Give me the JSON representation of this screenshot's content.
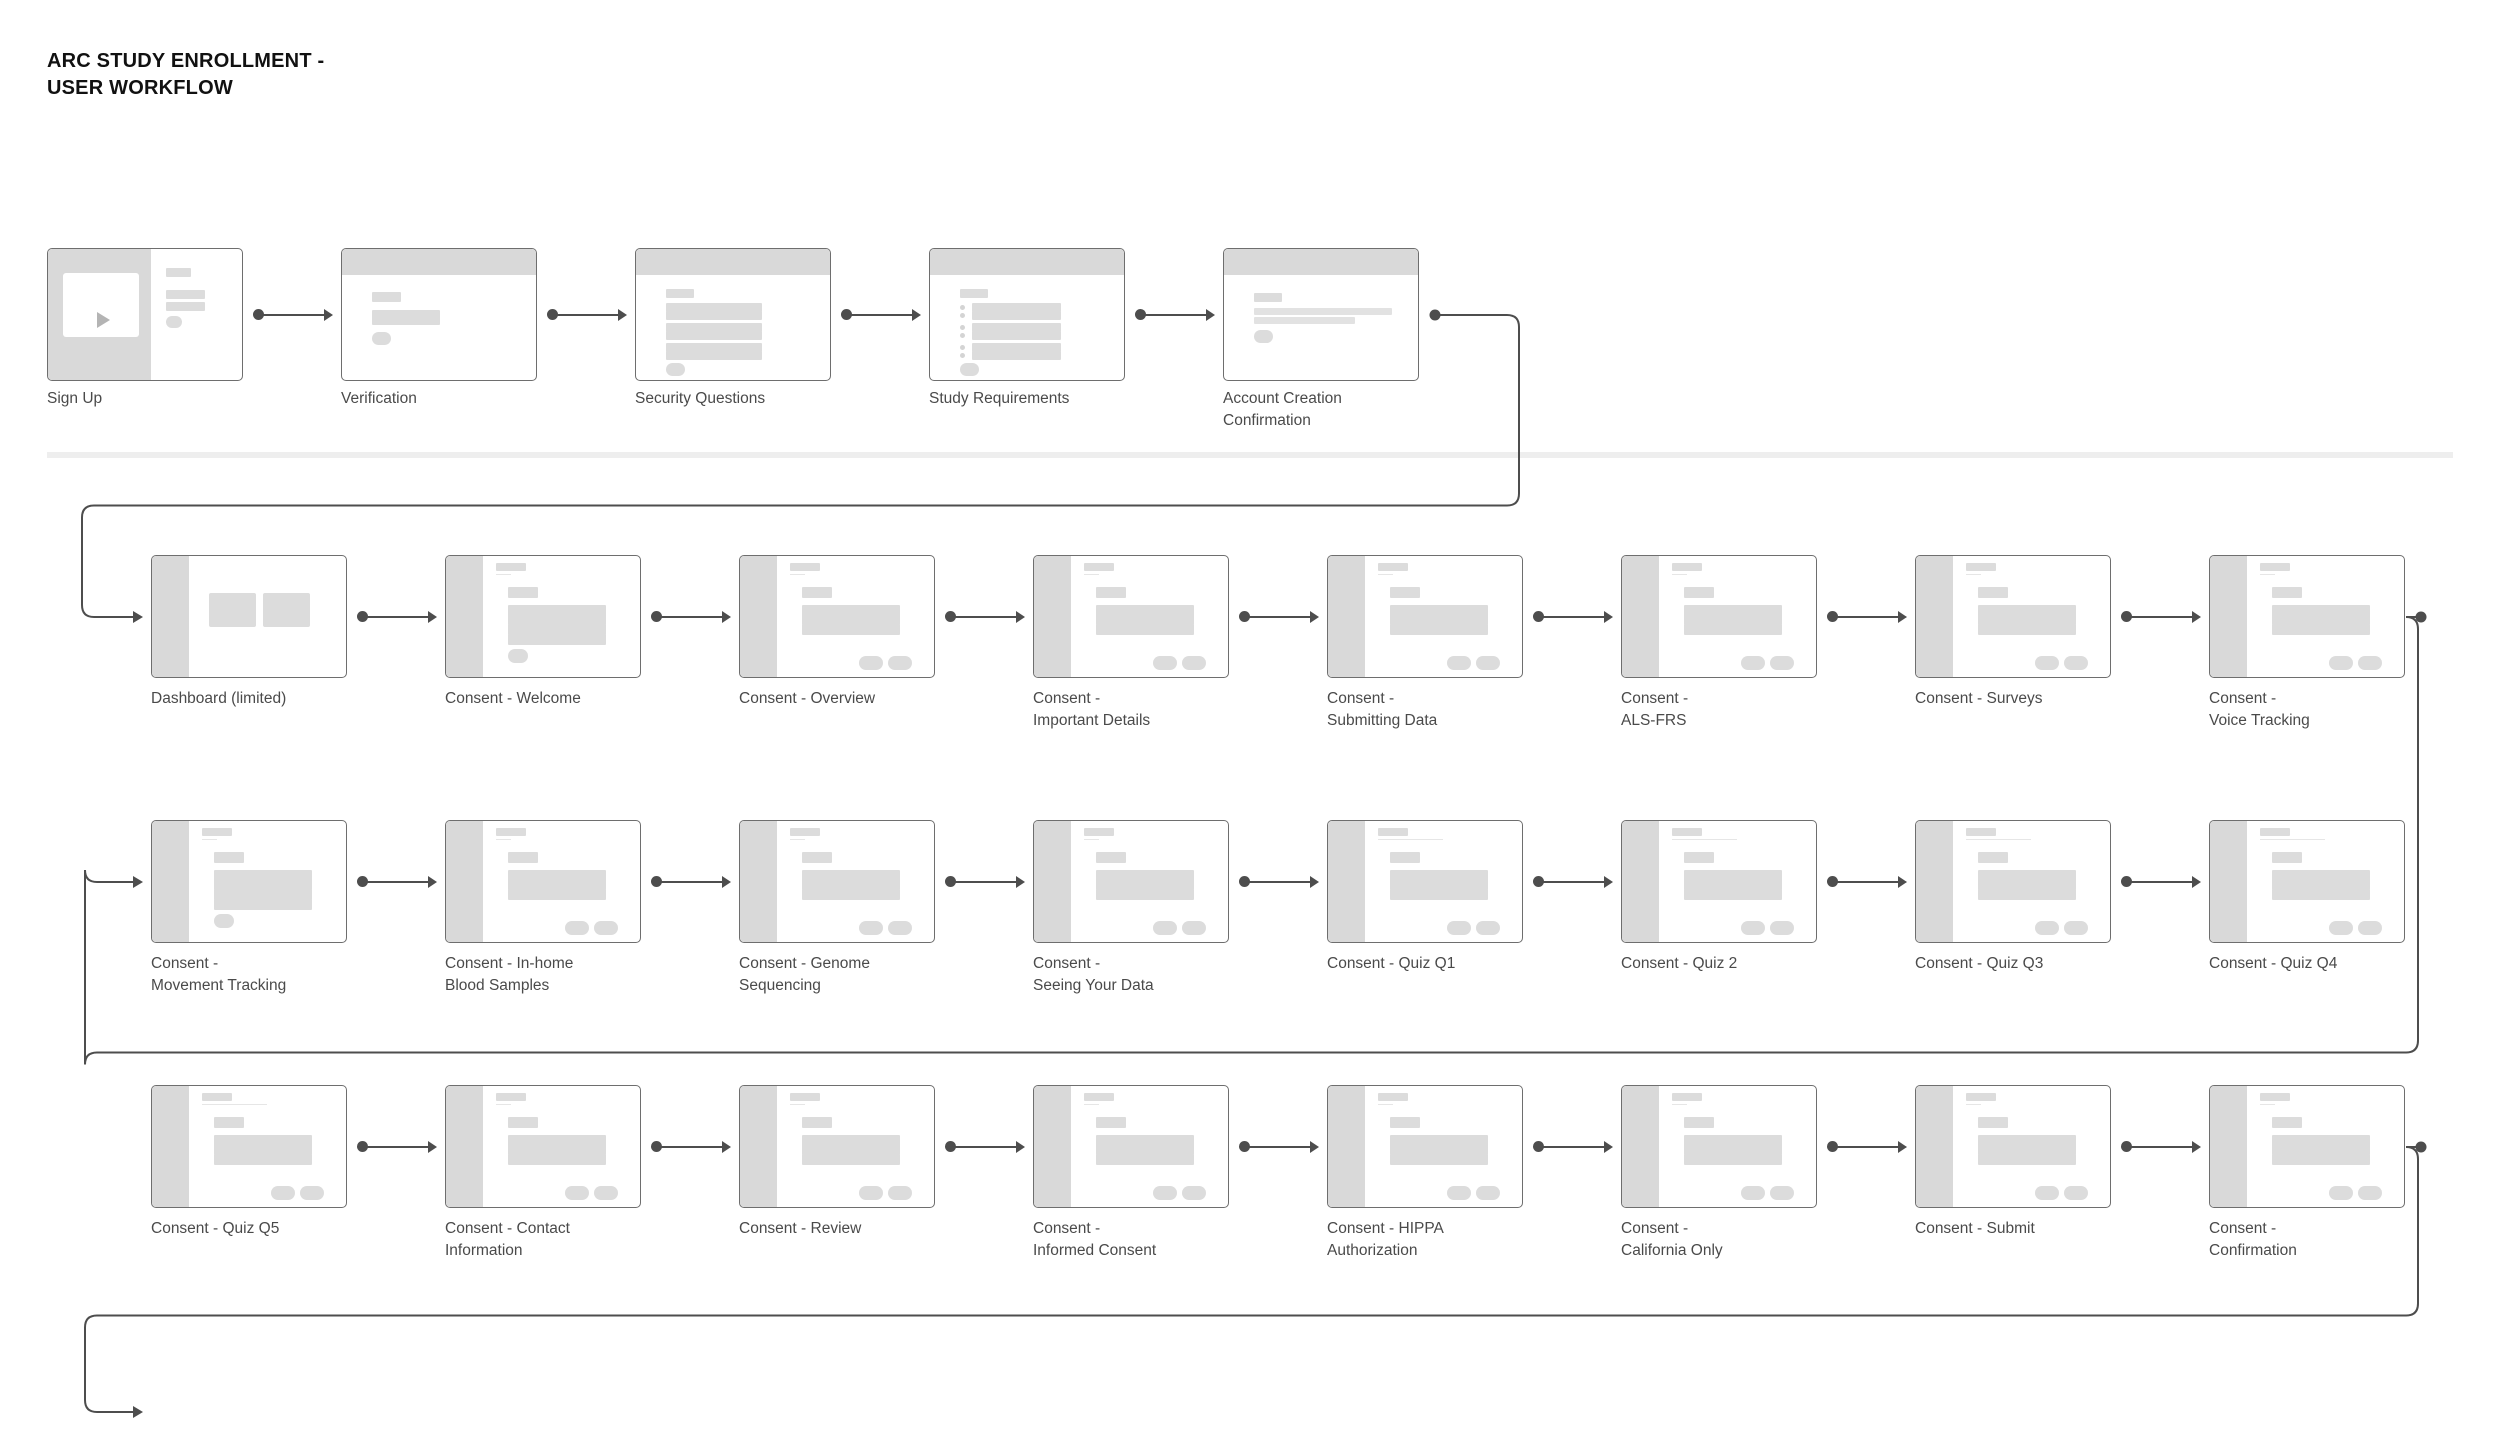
{
  "title": "ARC STUDY ENROLLMENT -\nUSER WORKFLOW",
  "colors": {
    "connector": "#4d4d4d",
    "card_border": "#6e6e6e",
    "wireframe_fill": "#d9d9d9",
    "caption_text": "#4a4a4a",
    "divider": "#eeeeee",
    "background": "#ffffff"
  },
  "rows": [
    {
      "name": "account-setup",
      "nodes": [
        {
          "label": "Sign Up",
          "type": "video-split"
        },
        {
          "label": "Verification",
          "type": "form-short"
        },
        {
          "label": "Security Questions",
          "type": "form-lines"
        },
        {
          "label": "Study Requirements",
          "type": "bullet-list"
        },
        {
          "label": "Account Creation\nConfirmation",
          "type": "confirmation"
        }
      ]
    },
    {
      "name": "consent-part-1",
      "nodes": [
        {
          "label": "Dashboard (limited)",
          "type": "dashboard"
        },
        {
          "label": "Consent - Welcome",
          "type": "consent-single"
        },
        {
          "label": "Consent - Overview",
          "type": "consent-dual"
        },
        {
          "label": "Consent -\nImportant Details",
          "type": "consent-dual"
        },
        {
          "label": "Consent -\nSubmitting Data",
          "type": "consent-dual"
        },
        {
          "label": "Consent -\nALS-FRS",
          "type": "consent-dual"
        },
        {
          "label": "Consent - Surveys",
          "type": "consent-dual"
        },
        {
          "label": "Consent -\nVoice Tracking",
          "type": "consent-dual"
        }
      ]
    },
    {
      "name": "consent-part-2",
      "nodes": [
        {
          "label": "Consent -\nMovement Tracking",
          "type": "consent-single"
        },
        {
          "label": "Consent - In-home\nBlood Samples",
          "type": "consent-dual"
        },
        {
          "label": "Consent - Genome\nSequencing",
          "type": "consent-dual"
        },
        {
          "label": "Consent -\nSeeing Your Data",
          "type": "consent-dual"
        },
        {
          "label": "Consent - Quiz Q1",
          "type": "consent-quiz"
        },
        {
          "label": "Consent - Quiz 2",
          "type": "consent-quiz"
        },
        {
          "label": "Consent - Quiz Q3",
          "type": "consent-quiz"
        },
        {
          "label": "Consent - Quiz Q4",
          "type": "consent-quiz"
        }
      ]
    },
    {
      "name": "consent-part-3",
      "nodes": [
        {
          "label": "Consent - Quiz Q5",
          "type": "consent-quiz"
        },
        {
          "label": "Consent - Contact\nInformation",
          "type": "consent-dual"
        },
        {
          "label": "Consent - Review",
          "type": "consent-dual"
        },
        {
          "label": "Consent -\nInformed Consent",
          "type": "consent-dual"
        },
        {
          "label": "Consent - HIPPA\nAuthorization",
          "type": "consent-dual"
        },
        {
          "label": "Consent -\nCalifornia Only",
          "type": "consent-dual"
        },
        {
          "label": "Consent - Submit",
          "type": "consent-dual"
        },
        {
          "label": "Consent -\nConfirmation",
          "type": "consent-dual"
        }
      ]
    }
  ]
}
